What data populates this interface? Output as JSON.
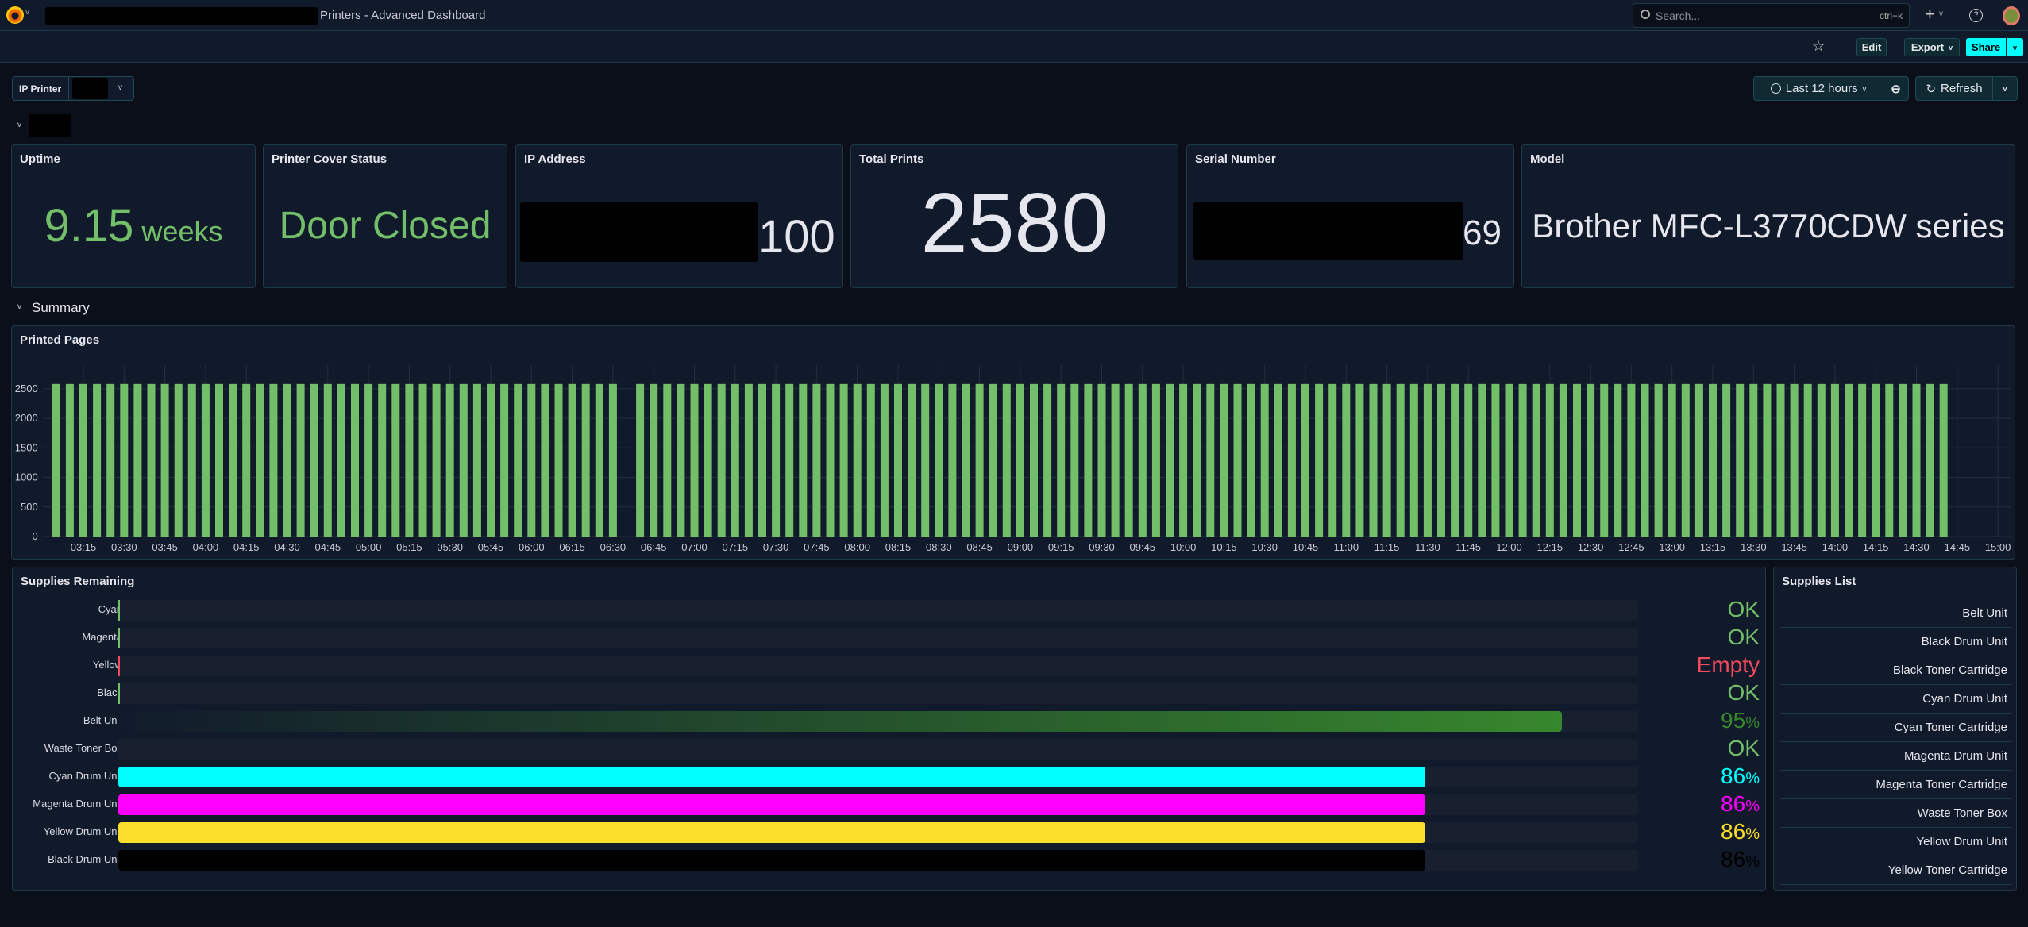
{
  "header": {
    "title": "Printers - Advanced Dashboard",
    "search_placeholder": "Search...",
    "search_shortcut": "ctrl+k",
    "add_label": "+",
    "help_icon": "?"
  },
  "toolbar": {
    "edit_label": "Edit",
    "export_label": "Export",
    "share_label": "Share",
    "time_range": "Last 12 hours",
    "refresh_label": "Refresh"
  },
  "variables": {
    "ip_printer_label": "IP Printer"
  },
  "stats": {
    "uptime": {
      "title": "Uptime",
      "value": "9.15",
      "unit": "weeks",
      "color": "#73bf69"
    },
    "cover": {
      "title": "Printer Cover Status",
      "value": "Door Closed",
      "color": "#73bf69"
    },
    "ip": {
      "title": "IP Address",
      "value": "100"
    },
    "total": {
      "title": "Total Prints",
      "value": "2580"
    },
    "serial": {
      "title": "Serial Number",
      "value": "69"
    },
    "model": {
      "title": "Model",
      "value": "Brother MFC-L3770CDW series"
    }
  },
  "rows": {
    "summary": "Summary"
  },
  "chart_data": {
    "type": "bar",
    "title": "Printed Pages",
    "xlabel": "",
    "ylabel": "",
    "ylim": [
      0,
      2900
    ],
    "xlim": [
      "03:00",
      "15:05"
    ],
    "grid": true,
    "color": "#73bf69",
    "yticks": [
      0,
      500,
      1000,
      1500,
      2000,
      2500
    ],
    "xticks": [
      "03:15",
      "03:30",
      "03:45",
      "04:00",
      "04:15",
      "04:30",
      "04:45",
      "05:00",
      "05:15",
      "05:30",
      "05:45",
      "06:00",
      "06:15",
      "06:30",
      "06:45",
      "07:00",
      "07:15",
      "07:30",
      "07:45",
      "08:00",
      "08:15",
      "08:30",
      "08:45",
      "09:00",
      "09:15",
      "09:30",
      "09:45",
      "10:00",
      "10:15",
      "10:30",
      "10:45",
      "11:00",
      "11:15",
      "11:30",
      "11:45",
      "12:00",
      "12:15",
      "12:30",
      "12:45",
      "13:00",
      "13:15",
      "13:30",
      "13:45",
      "14:00",
      "14:15",
      "14:30",
      "14:45",
      "15:00"
    ],
    "x": [
      "03:05",
      "03:10",
      "03:15",
      "03:20",
      "03:25",
      "03:30",
      "03:35",
      "03:40",
      "03:45",
      "03:50",
      "03:55",
      "04:00",
      "04:05",
      "04:10",
      "04:15",
      "04:20",
      "04:25",
      "04:30",
      "04:35",
      "04:40",
      "04:45",
      "04:50",
      "04:55",
      "05:00",
      "05:05",
      "05:10",
      "05:15",
      "05:20",
      "05:25",
      "05:30",
      "05:35",
      "05:40",
      "05:45",
      "05:50",
      "05:55",
      "06:00",
      "06:05",
      "06:10",
      "06:15",
      "06:20",
      "06:25",
      "06:30",
      "06:40",
      "06:45",
      "06:50",
      "06:55",
      "07:00",
      "07:05",
      "07:10",
      "07:15",
      "07:20",
      "07:25",
      "07:30",
      "07:35",
      "07:40",
      "07:45",
      "07:50",
      "07:55",
      "08:00",
      "08:05",
      "08:10",
      "08:15",
      "08:20",
      "08:25",
      "08:30",
      "08:35",
      "08:40",
      "08:45",
      "08:50",
      "08:55",
      "09:00",
      "09:05",
      "09:10",
      "09:15",
      "09:20",
      "09:25",
      "09:30",
      "09:35",
      "09:40",
      "09:45",
      "09:50",
      "09:55",
      "10:00",
      "10:05",
      "10:10",
      "10:15",
      "10:20",
      "10:25",
      "10:30",
      "10:35",
      "10:40",
      "10:45",
      "10:50",
      "10:55",
      "11:00",
      "11:05",
      "11:10",
      "11:15",
      "11:20",
      "11:25",
      "11:30",
      "11:35",
      "11:40",
      "11:45",
      "11:50",
      "11:55",
      "12:00",
      "12:05",
      "12:10",
      "12:15",
      "12:20",
      "12:25",
      "12:30",
      "12:35",
      "12:40",
      "12:45",
      "12:50",
      "12:55",
      "13:00",
      "13:05",
      "13:10",
      "13:15",
      "13:20",
      "13:25",
      "13:30",
      "13:35",
      "13:40",
      "13:45",
      "13:50",
      "13:55",
      "14:00",
      "14:05",
      "14:10",
      "14:15",
      "14:20",
      "14:25",
      "14:30",
      "14:35",
      "14:40"
    ],
    "values": [
      2580,
      2580,
      2580,
      2580,
      2580,
      2580,
      2580,
      2580,
      2580,
      2580,
      2580,
      2580,
      2580,
      2580,
      2580,
      2580,
      2580,
      2580,
      2580,
      2580,
      2580,
      2580,
      2580,
      2580,
      2580,
      2580,
      2580,
      2580,
      2580,
      2580,
      2580,
      2580,
      2580,
      2580,
      2580,
      2580,
      2580,
      2580,
      2580,
      2580,
      2580,
      2580,
      2580,
      2580,
      2580,
      2580,
      2580,
      2580,
      2580,
      2580,
      2580,
      2580,
      2580,
      2580,
      2580,
      2580,
      2580,
      2580,
      2580,
      2580,
      2580,
      2580,
      2580,
      2580,
      2580,
      2580,
      2580,
      2580,
      2580,
      2580,
      2580,
      2580,
      2580,
      2580,
      2580,
      2580,
      2580,
      2580,
      2580,
      2580,
      2580,
      2580,
      2580,
      2580,
      2580,
      2580,
      2580,
      2580,
      2580,
      2580,
      2580,
      2580,
      2580,
      2580,
      2580,
      2580,
      2580,
      2580,
      2580,
      2580,
      2580,
      2580,
      2580,
      2580,
      2580,
      2580,
      2580,
      2580,
      2580,
      2580,
      2580,
      2580,
      2580,
      2580,
      2580,
      2580,
      2580,
      2580,
      2580,
      2580,
      2580,
      2580,
      2580,
      2580,
      2580,
      2580,
      2580,
      2580,
      2580,
      2580,
      2580,
      2580,
      2580,
      2580,
      2580,
      2580,
      2580,
      2580,
      2580
    ]
  },
  "supplies": {
    "title": "Supplies Remaining",
    "items": [
      {
        "label": "Cyan",
        "percent": 0,
        "text": "OK",
        "color": "#73bf69",
        "fill": "#73bf69"
      },
      {
        "label": "Magenta",
        "percent": 0,
        "text": "OK",
        "color": "#73bf69",
        "fill": "#73bf69"
      },
      {
        "label": "Yellow",
        "percent": 0,
        "text": "Empty",
        "color": "#f2495c",
        "fill": "#f2495c"
      },
      {
        "label": "Black",
        "percent": 0,
        "text": "OK",
        "color": "#73bf69",
        "fill": "#73bf69"
      },
      {
        "label": "Belt Unit",
        "percent": 95,
        "text": "95",
        "unit": "%",
        "color": "#37872d",
        "fill": "#37872d"
      },
      {
        "label": "Waste Toner Box",
        "percent": 0,
        "text": "OK",
        "color": "#73bf69",
        "fill": "#18202f"
      },
      {
        "label": "Cyan Drum Unit",
        "percent": 86,
        "text": "86",
        "unit": "%",
        "color": "#00ffff",
        "fill": "#00ffff"
      },
      {
        "label": "Magenta Drum Unit",
        "percent": 86,
        "text": "86",
        "unit": "%",
        "color": "#ff00ff",
        "fill": "#ff00ff"
      },
      {
        "label": "Yellow Drum Unit",
        "percent": 86,
        "text": "86",
        "unit": "%",
        "color": "#fade2a",
        "fill": "#fade2a"
      },
      {
        "label": "Black Drum Unit",
        "percent": 86,
        "text": "86",
        "unit": "%",
        "color": "#000000",
        "fill": "#000000"
      }
    ]
  },
  "supplies_list": {
    "title": "Supplies List",
    "items": [
      "Belt Unit",
      "Black Drum Unit",
      "Black Toner Cartridge",
      "Cyan Drum Unit",
      "Cyan Toner Cartridge",
      "Magenta Drum Unit",
      "Magenta Toner Cartridge",
      "Waste Toner Box",
      "Yellow Drum Unit",
      "Yellow Toner Cartridge"
    ]
  }
}
